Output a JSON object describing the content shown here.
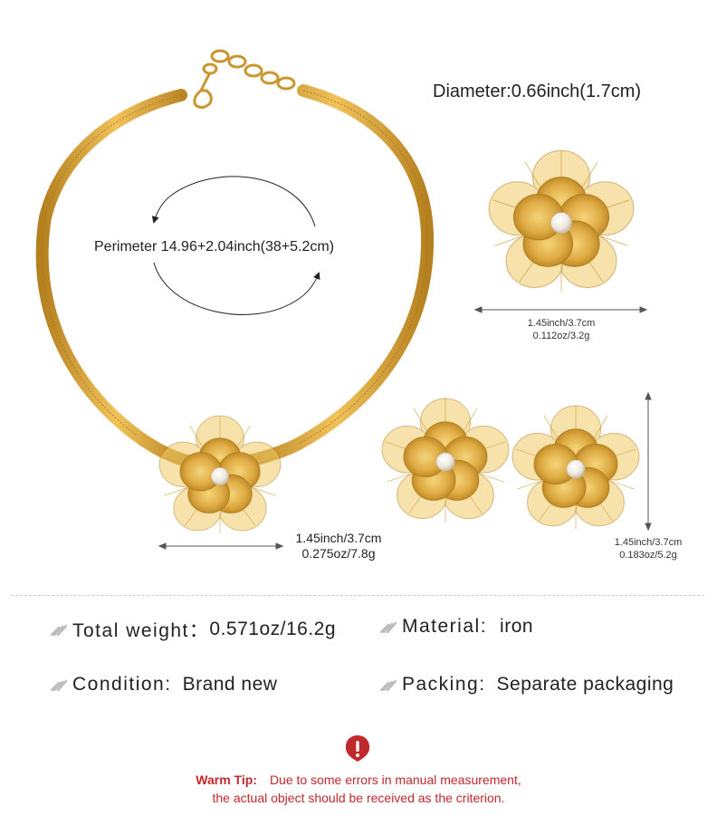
{
  "diameter_label": "Diameter:0.66inch(1.7cm)",
  "perimeter_label": "Perimeter  14.96+2.04inch(38+5.2cm)",
  "ring_dims": {
    "size": "1.45inch/3.7cm",
    "weight": "0.112oz/3.2g"
  },
  "pendant_dims": {
    "size": "1.45inch/3.7cm",
    "weight": "0.275oz/7.8g"
  },
  "earring_dims": {
    "size": "1.45inch/3.7cm",
    "weight": "0.183oz/5.2g"
  },
  "specs": {
    "total_weight": {
      "label": "Total weight：",
      "value": "0.571oz/16.2g"
    },
    "material": {
      "label": "Material:",
      "value": "iron"
    },
    "condition": {
      "label": "Condition:",
      "value": "Brand new"
    },
    "packing": {
      "label": "Packing:",
      "value": "Separate packaging"
    }
  },
  "warm_tip": {
    "title": "Warm Tip:",
    "line1": "Due to some errors in manual measurement,",
    "line2": "the actual object should be received as the criterion."
  },
  "colors": {
    "gold": "#d9a53a",
    "gold_dark": "#b07e1e",
    "warning": "#c0282b"
  },
  "icons": [
    "quill-icon",
    "warning-icon"
  ]
}
